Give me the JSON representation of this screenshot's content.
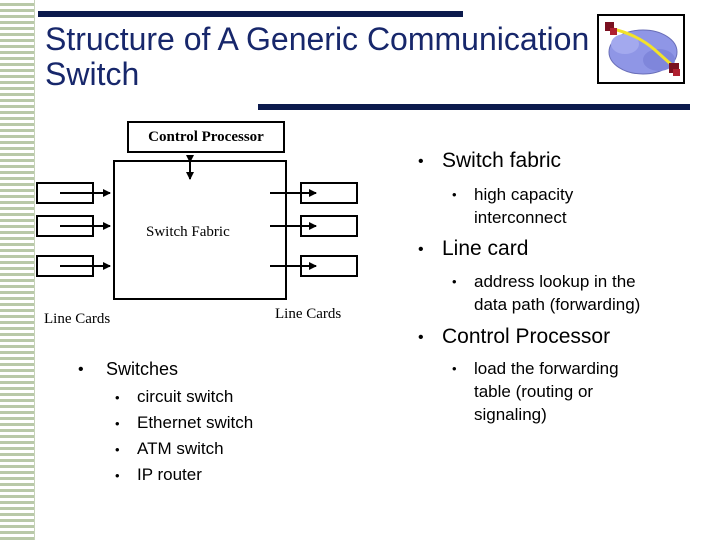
{
  "title": "Structure of A Generic Communication Switch",
  "diagram": {
    "control_processor": "Control Processor",
    "switch_fabric": "Switch Fabric",
    "line_cards_left": "Line Cards",
    "line_cards_right": "Line Cards"
  },
  "left_list": {
    "heading": "Switches",
    "items": [
      "circuit switch",
      "Ethernet switch",
      "ATM switch",
      "IP router"
    ]
  },
  "right_list": [
    {
      "heading": "Switch fabric",
      "sub": [
        "high capacity",
        "interconnect"
      ]
    },
    {
      "heading": "Line card",
      "sub": [
        "address lookup in the",
        "data path (forwarding)"
      ]
    },
    {
      "heading": "Control Processor",
      "sub": [
        "load the forwarding",
        "table (routing or",
        "signaling)"
      ]
    }
  ],
  "colors": {
    "title": "#17276b",
    "bars": "#0c1a4d",
    "stripe": "#b9c9a8"
  },
  "icons": [
    "network-logo-icon"
  ]
}
